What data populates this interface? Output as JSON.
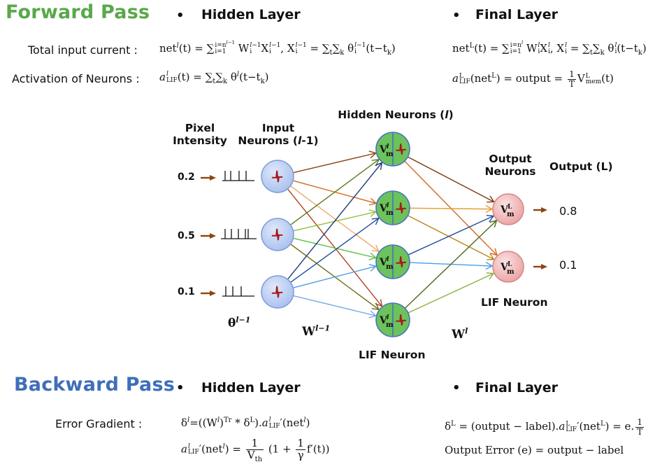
{
  "forward": {
    "title": "Forward Pass",
    "hidden_layer": {
      "bullet": "•",
      "heading": "Hidden Layer",
      "total_input_label": "Total input current :",
      "activation_label": "Activation of Neurons :",
      "net_lhs": "net",
      "activation_lhs": "a",
      "activation_rhs": "(t) = ∑ₜ∑ₖ θ",
      "activation_tail": "(t−tₖ)"
    },
    "final_layer": {
      "bullet": "•",
      "heading": "Final Layer",
      "output_word": "output",
      "mem": "mem"
    }
  },
  "backward": {
    "title": "Backward Pass",
    "hidden_layer": {
      "bullet": "•",
      "heading": "Hidden Layer",
      "error_gradient_label": "Error Gradient :"
    },
    "final_layer": {
      "bullet": "•",
      "heading": "Final Layer",
      "output_error_text": "Output Error (e) = output − label"
    }
  },
  "diagram": {
    "pixel_intensity_label": [
      "Pixel",
      "Intensity"
    ],
    "input_neurons_label": [
      "Input",
      "Neurons (",
      "l",
      "-1)"
    ],
    "hidden_neurons_label": [
      "Hidden Neurons (",
      "l",
      ")"
    ],
    "output_neurons_label": [
      "Output",
      "Neurons"
    ],
    "output_label": "Output (L)",
    "pixel_values": [
      "0.2",
      "0.5",
      "0.1"
    ],
    "output_values": [
      "0.8",
      "0.1"
    ],
    "theta_label": "θ",
    "theta_sup": "l−1",
    "w_prev_label": "W",
    "w_prev_sup": "l−1",
    "w_label": "W",
    "w_sup": "l",
    "hidden_lif_label": "LIF Neuron",
    "output_lif_label": "LIF Neuron",
    "hidden_neuron_symbol": "V",
    "hidden_neuron_sub": "m",
    "hidden_neuron_sup": "l",
    "output_neuron_sup": "L",
    "colors": {
      "forward_title": "#5aa84a",
      "backward_title": "#3f6fb8",
      "input_neuron_fill": "#b6c9ef",
      "hidden_neuron_fill": "#6cc25b",
      "output_neuron_fill": "#f2b4b4",
      "spike": "#a61b1b",
      "input_arrow": "#8b4513"
    },
    "spike_trains": [
      4,
      5,
      3
    ]
  }
}
